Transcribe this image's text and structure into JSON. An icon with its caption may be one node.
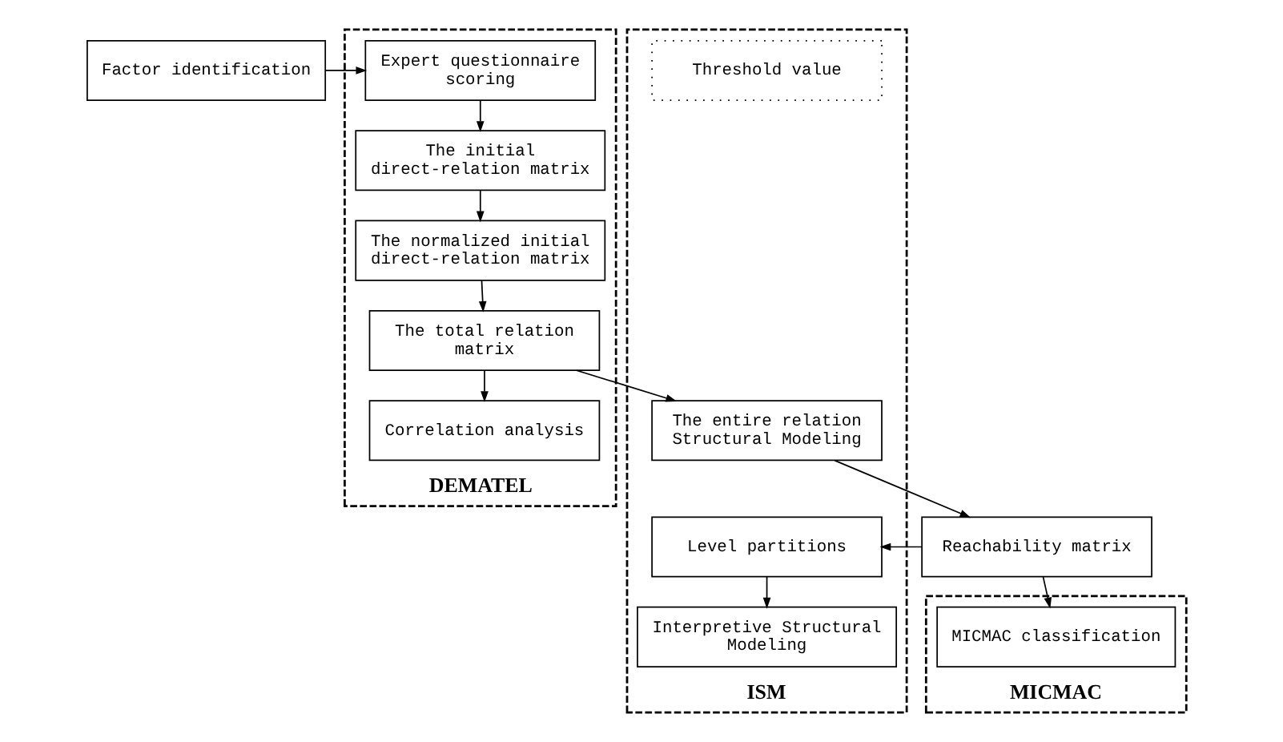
{
  "diagram": {
    "nodes": [
      {
        "text": [
          "Factor identification"
        ]
      },
      {
        "text": [
          "DEMATEL"
        ]
      },
      {
        "text": [
          "Expert questionnaire scoring"
        ],
        "in": 1
      },
      {
        "text": [
          "The initial direct-relation matrix"
        ],
        "in": 1
      },
      {
        "text": [
          "The normalized initial direct-relation matrix"
        ],
        "in": 1
      },
      {
        "text": [
          "The total relation matrix"
        ],
        "in": 1
      },
      {
        "text": [
          "Correlation analysis"
        ],
        "in": 1
      },
      {
        "text": [
          "ISM"
        ]
      },
      {
        "text": [
          "Threshold value"
        ],
        "in": 7
      },
      {
        "text": [
          "The entire relation Structural Modeling"
        ],
        "in": 7
      },
      {
        "text": [
          "Level partitions"
        ],
        "in": 7
      },
      {
        "text": [
          "Interpretive Structural Modeling"
        ],
        "in": 7
      },
      {
        "text": [
          "MICMAC"
        ]
      },
      {
        "text": [
          "Reachability matrix"
        ]
      },
      {
        "text": [
          "MICMAC classification"
        ],
        "in": 12
      }
    ],
    "edges": [
      {
        "from": 0,
        "to": 2,
        "arrow": "to"
      },
      {
        "from": 2,
        "to": 3,
        "arrow": "to"
      },
      {
        "from": 3,
        "to": 4,
        "arrow": "to"
      },
      {
        "from": 4,
        "to": 5,
        "arrow": "to"
      },
      {
        "from": 5,
        "to": 6,
        "arrow": "to"
      },
      {
        "from": 5,
        "to": 9,
        "arrow": "to"
      },
      {
        "from": 9,
        "to": 13,
        "arrow": "to"
      },
      {
        "from": 13,
        "to": 10,
        "arrow": "to"
      },
      {
        "from": 10,
        "to": 11,
        "arrow": "to"
      },
      {
        "from": 13,
        "to": 14,
        "arrow": "to"
      }
    ]
  }
}
